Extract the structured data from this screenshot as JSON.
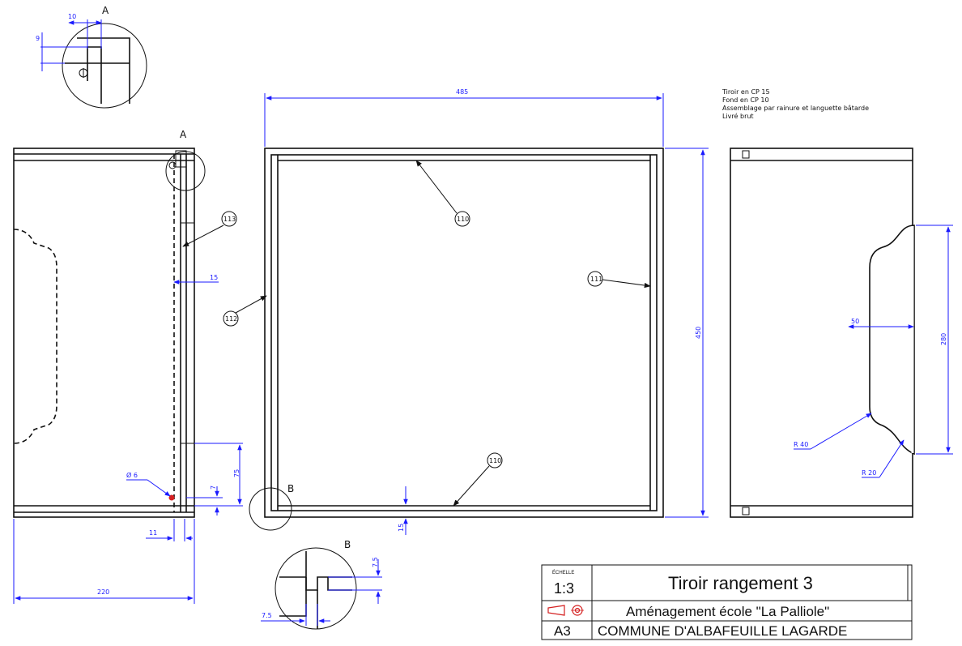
{
  "notes": [
    "Tiroir en CP 15",
    "Fond en CP 10",
    "Assemblage par rainure et languette bâtarde",
    "Livré brut"
  ],
  "detail_labels": {
    "a": "A",
    "b": "B"
  },
  "parts": {
    "p110": "110",
    "p111": "111",
    "p112": "112",
    "p113": "113"
  },
  "dims": {
    "width_485": "485",
    "height_450": "450",
    "depth_220": "220",
    "d15_side": "15",
    "d15_bottom": "15",
    "d75": "75",
    "d7": "7",
    "d11": "11",
    "d6": "Ø 6",
    "d50": "50",
    "d280": "280",
    "r40": "R 40",
    "r20": "R 20",
    "a10": "10",
    "a9": "9",
    "b75_left": "7.5",
    "b75_right": "7.5"
  },
  "title_block": {
    "scale_label": "ÉCHELLE",
    "scale": "1:3",
    "title": "Tiroir rangement 3",
    "subtitle": "Aménagement école \"La Palliole\"",
    "format": "A3",
    "owner": "COMMUNE D'ALBAFEUILLE LAGARDE"
  },
  "colors": {
    "dimension": "#1a1aff",
    "outline": "#111111",
    "hole_marker": "#d42020"
  },
  "icons": [
    "first-angle-projection-icon"
  ]
}
